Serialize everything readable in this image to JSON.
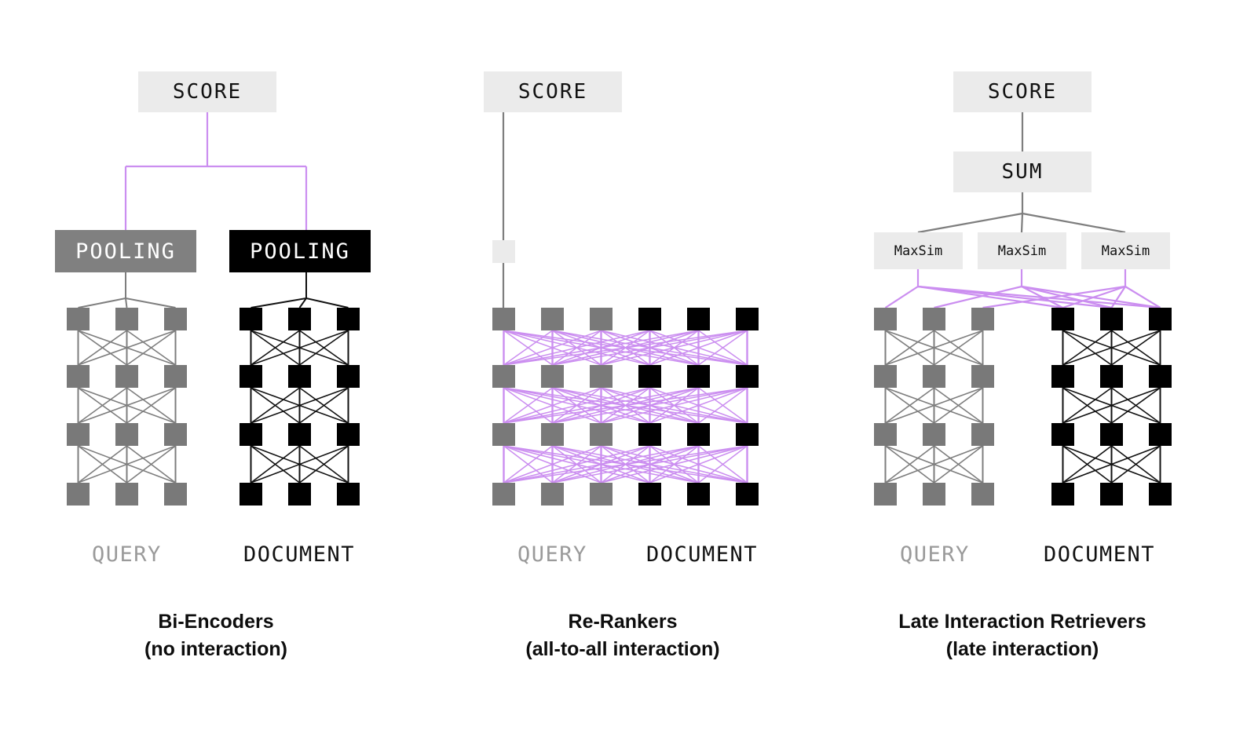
{
  "figure": {
    "background": "#ffffff",
    "colors": {
      "query_token": "#797979",
      "document_token": "#000000",
      "light_box": "#ebebeb",
      "query_pooling": "#808080",
      "document_pooling": "#000000",
      "interaction_purple": "#cb8ef0",
      "query_wire": "#7e7e7e",
      "document_wire": "#111111",
      "query_label": "#9a9a9a",
      "document_label": "#111111"
    }
  },
  "panels": [
    {
      "id": "bi-encoders",
      "score_label": "SCORE",
      "pooling_query_label": "POOLING",
      "pooling_document_label": "POOLING",
      "query_column_label": "QUERY",
      "document_column_label": "DOCUMENT",
      "caption_line1": "Bi-Encoders",
      "caption_line2": "(no interaction)",
      "layers": 4,
      "tokens_per_side": 3,
      "interaction": "none"
    },
    {
      "id": "re-rankers",
      "score_label": "SCORE",
      "query_column_label": "QUERY",
      "document_column_label": "DOCUMENT",
      "caption_line1": "Re-Rankers",
      "caption_line2": "(all-to-all interaction)",
      "layers": 4,
      "tokens_per_side": 3,
      "interaction": "all-to-all",
      "has_cls_token": true
    },
    {
      "id": "late-interaction-retrievers",
      "score_label": "SCORE",
      "sum_label": "SUM",
      "maxsim_labels": [
        "MaxSim",
        "MaxSim",
        "MaxSim"
      ],
      "query_column_label": "QUERY",
      "document_column_label": "DOCUMENT",
      "caption_line1": "Late Interaction Retrievers",
      "caption_line2": "(late interaction)",
      "layers": 4,
      "tokens_per_side": 3,
      "interaction": "late"
    }
  ]
}
